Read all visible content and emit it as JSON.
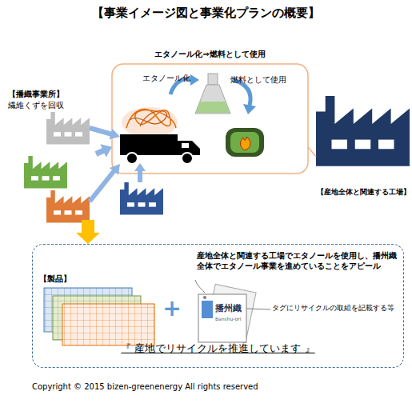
{
  "diagram": {
    "title": "【事業イメージ図と事業化プランの概要】",
    "nodes": [
      {
        "text": [
          "エタノール化⇒燃料として使用",
          "エタノール化",
          "燃料として使用"
        ]
      },
      {
        "text": [
          "【播織事業所】",
          "繊維くずを回収"
        ]
      },
      {
        "text": [
          "【産地全体と関連する工場】"
        ]
      },
      {
        "text": [
          "産地全体と関連する工場でエタノールを使用し、播州織全体でエタノール事業を進めていることをアピール",
          "『 産地でリサイクルを推進しています 』"
        ]
      },
      {
        "text": [
          "【製品】"
        ],
        "in": 3
      },
      {
        "text": [
          "播州織",
          "Banshu-ori"
        ],
        "in": 3
      }
    ],
    "edges": [
      {
        "from": 1,
        "to": 0,
        "arrow": "to"
      },
      {
        "from": 0,
        "to": 2,
        "arrow": "none"
      },
      {
        "from": 1,
        "to": 3,
        "arrow": "to"
      }
    ],
    "labels": [
      "+",
      "タグにリサイクルの取組を記載する等",
      "Copyright © 2015 bizen-greenenergy All rights reserved"
    ]
  }
}
